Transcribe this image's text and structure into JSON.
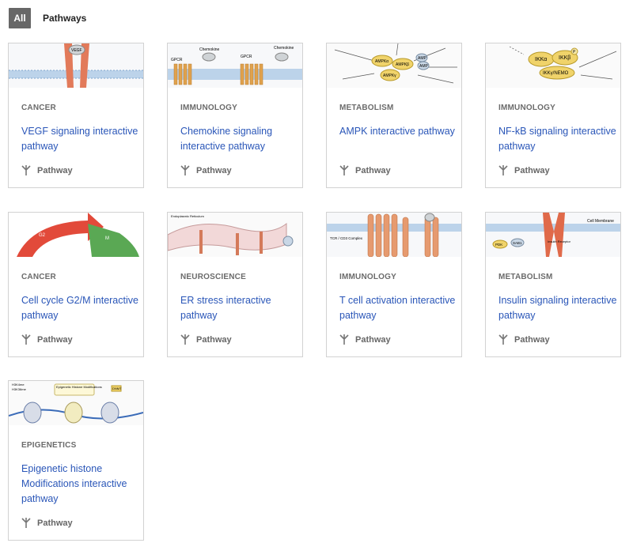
{
  "filters": {
    "all_label": "All",
    "pathways_label": "Pathways"
  },
  "cards": [
    {
      "category": "CANCER",
      "title": "VEGF signaling interactive pathway",
      "type_label": "Pathway",
      "thumb_labels": [
        "VEGF"
      ]
    },
    {
      "category": "IMMUNOLOGY",
      "title": "Chemokine signaling interactive pathway",
      "type_label": "Pathway",
      "thumb_labels": [
        "GPCR",
        "Chemokine",
        "GPCR",
        "Chemokine"
      ]
    },
    {
      "category": "METABOLISM",
      "title": "AMPK interactive pathway",
      "type_label": "Pathway",
      "thumb_labels": [
        "AMPKα",
        "AMPKβ",
        "AMPKγ",
        "AMP",
        "AMP"
      ]
    },
    {
      "category": "IMMUNOLOGY",
      "title": "NF-kB signaling interactive pathway",
      "type_label": "Pathway",
      "thumb_labels": [
        "IKKα",
        "IKKβ",
        "IKKγ/NEMO",
        "P"
      ]
    },
    {
      "category": "CANCER",
      "title": "Cell cycle G2/M interactive pathway",
      "type_label": "Pathway",
      "thumb_labels": [
        "G2",
        "M"
      ]
    },
    {
      "category": "NEUROSCIENCE",
      "title": "ER stress interactive pathway",
      "type_label": "Pathway",
      "thumb_labels": [
        "Endoplasmic Reticulum"
      ]
    },
    {
      "category": "IMMUNOLOGY",
      "title": "T cell activation interactive pathway",
      "type_label": "Pathway",
      "thumb_labels": [
        "TCR / CD3 Complex"
      ]
    },
    {
      "category": "METABOLISM",
      "title": "Insulin signaling interactive pathway",
      "type_label": "Pathway",
      "thumb_labels": [
        "Cell Membrane",
        "Insulin Receptor",
        "PDK",
        "SAB1"
      ]
    },
    {
      "category": "EPIGENETICS",
      "title": "Epigenetic histone Modifications interactive pathway",
      "type_label": "Pathway",
      "thumb_labels": [
        "Epigenetic Histone Modifications",
        "H3K4me",
        "H3K36me",
        "DNMT"
      ]
    }
  ]
}
